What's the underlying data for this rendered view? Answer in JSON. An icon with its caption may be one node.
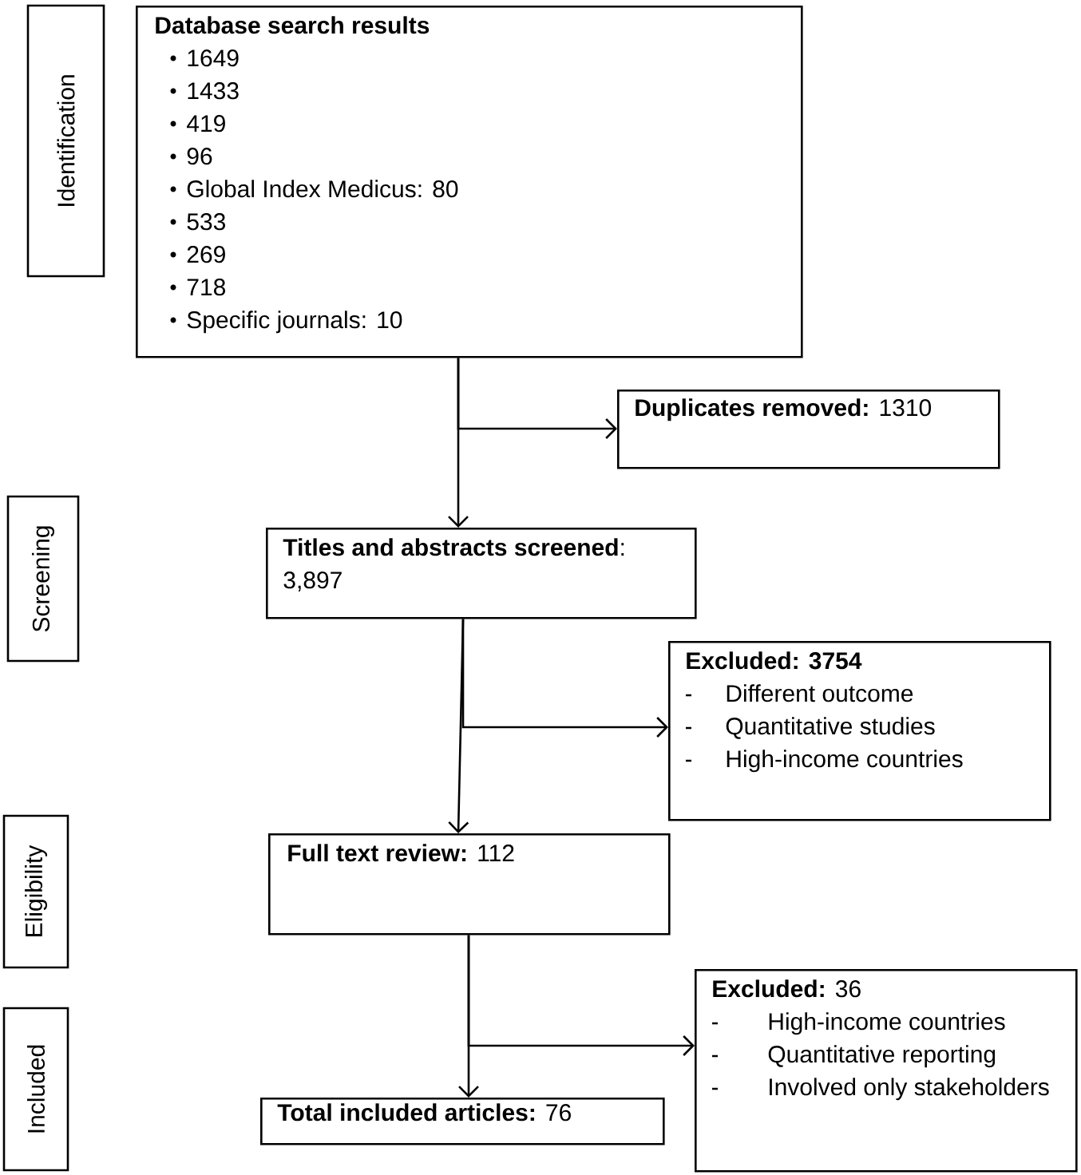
{
  "diagram": {
    "nodes": [
      {
        "text": [
          "Identification"
        ]
      },
      {
        "text": [
          "Screening"
        ]
      },
      {
        "text": [
          "Eligibility"
        ]
      },
      {
        "text": [
          "Included"
        ]
      },
      {
        "text": [
          "Database search results",
          "1649",
          "1433",
          "419",
          "96",
          "Global Index Medicus: 80",
          "533",
          "269",
          "718",
          "Specific journals:  10"
        ]
      },
      {
        "text": [
          "**Duplicates removed:**  1310"
        ]
      },
      {
        "text": [
          "**Titles and abstracts screened**: 3,897"
        ]
      },
      {
        "text": [
          "Excluded: 3754",
          "Different outcome",
          "Quantitative studies",
          "High-income countries"
        ]
      },
      {
        "text": [
          "**Full text review:**  112"
        ]
      },
      {
        "text": [
          "**Excluded:**  36",
          "High-income countries",
          "Quantitative reporting",
          "Involved only stakeholders"
        ]
      },
      {
        "text": [
          "**Total included articles:** 76"
        ]
      }
    ],
    "edges": [
      {
        "from": 4,
        "to": 6,
        "arrow": "to"
      },
      {
        "from": 4,
        "to": 5,
        "arrow": "to"
      },
      {
        "from": 6,
        "to": 8,
        "arrow": "to"
      },
      {
        "from": 6,
        "to": 7,
        "arrow": "to"
      },
      {
        "from": 8,
        "to": 10,
        "arrow": "to"
      },
      {
        "from": 8,
        "to": 9,
        "arrow": "to"
      }
    ]
  }
}
